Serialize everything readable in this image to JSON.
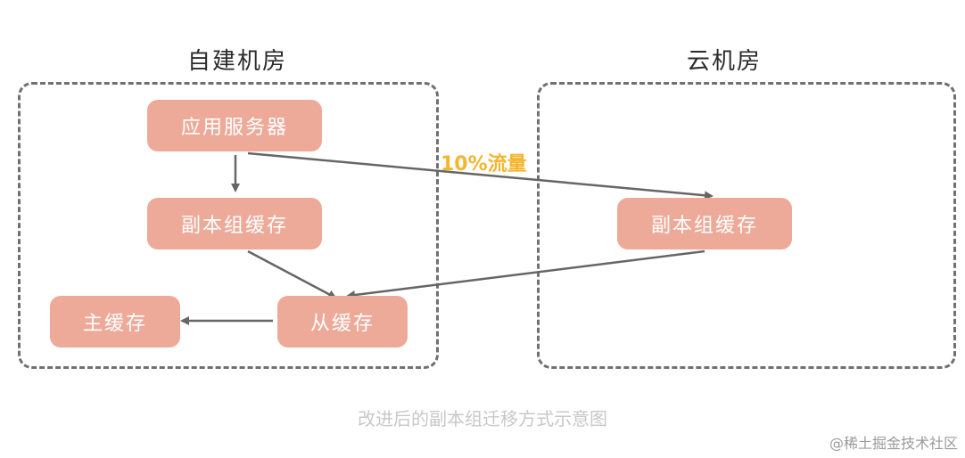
{
  "regions": {
    "self_built": {
      "title": "自建机房"
    },
    "cloud": {
      "title": "云机房"
    }
  },
  "nodes": {
    "app_server": "应用服务器",
    "replica_group_local": "副本组缓存",
    "master_cache": "主缓存",
    "slave_cache": "从缓存",
    "replica_group_cloud": "副本组缓存"
  },
  "edges": {
    "traffic_label": "10%流量"
  },
  "caption": "改进后的副本组迁移方式示意图",
  "watermark": "@稀土掘金技术社区",
  "colors": {
    "node_fill": "#eeaa99",
    "node_text": "#ffffff",
    "dashed_border": "#707070",
    "arrow": "#666666",
    "traffic_label": "#f3b630",
    "caption": "#c8c8c8"
  }
}
